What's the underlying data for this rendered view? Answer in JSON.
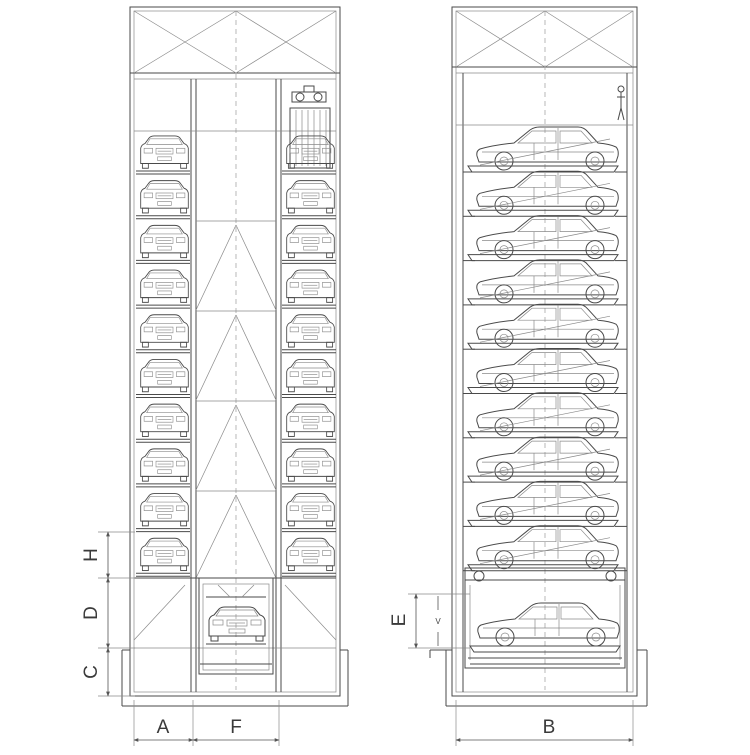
{
  "dimensions": {
    "A": "A",
    "F": "F",
    "B": "B",
    "C": "C",
    "D": "D",
    "H": "H",
    "E": "E",
    "V": "V"
  },
  "front_view": {
    "stored_cars_per_column": 10,
    "columns": 2,
    "lift_cars": 1
  },
  "side_view": {
    "stored_cars": 10,
    "lift_cars": 1
  },
  "colors": {
    "line": "#4a4a4a",
    "background": "#ffffff"
  }
}
